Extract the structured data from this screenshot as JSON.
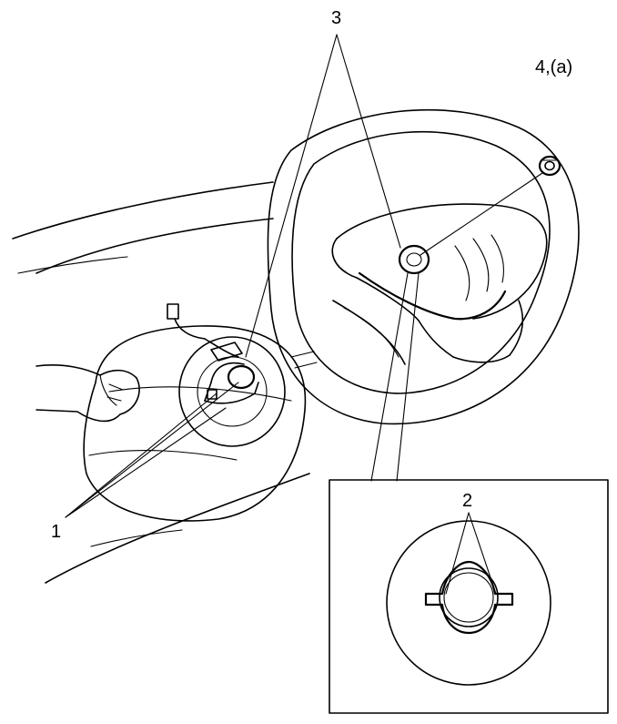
{
  "callouts": {
    "c1": "1",
    "c2": "2",
    "c3": "3",
    "c4": "4,(a)"
  },
  "colors": {
    "line": "#000000",
    "background": "#ffffff"
  }
}
